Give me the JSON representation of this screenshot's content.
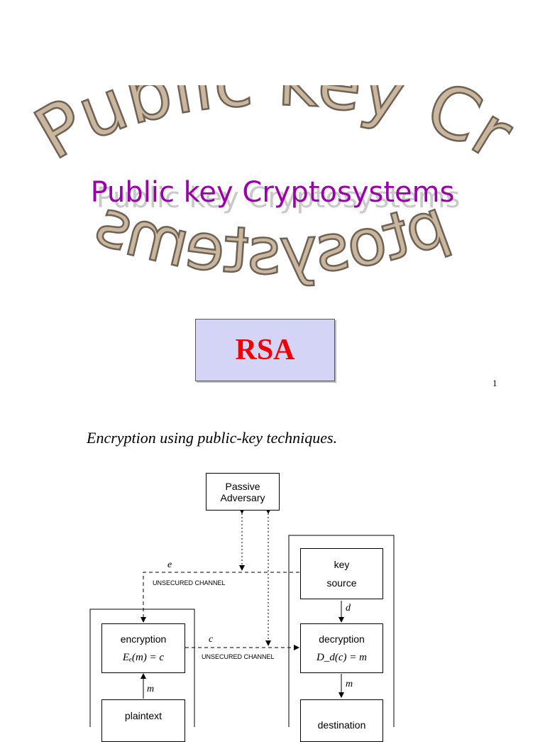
{
  "wordart": {
    "top_arc": "Public key Cr",
    "bottom_arc": "ptosystems",
    "fill": "#c9b69c",
    "stroke": "#6e6256"
  },
  "title": {
    "text": "Public key Cryptosystems",
    "color": "#9900aa"
  },
  "rsa": {
    "label": "RSA",
    "color": "#ee0000",
    "background": "#d4d4f7"
  },
  "slide_number": "1",
  "figure": {
    "title": "Encryption using public-key techniques.",
    "adversary": [
      "Passive",
      "Adversary"
    ],
    "key_source": [
      "key",
      "source"
    ],
    "encryption": {
      "label": "encryption",
      "formula": "Eₑ(m) = c"
    },
    "decryption": {
      "label": "decryption",
      "formula": "D_d(c) = m"
    },
    "plaintext": "plaintext",
    "destination": "destination",
    "vars": {
      "e": "e",
      "c": "c",
      "d": "d",
      "m1": "m",
      "m2": "m"
    },
    "channel_1": "UNSECURED CHANNEL",
    "channel_2": "UNSECURED CHANNEL"
  }
}
